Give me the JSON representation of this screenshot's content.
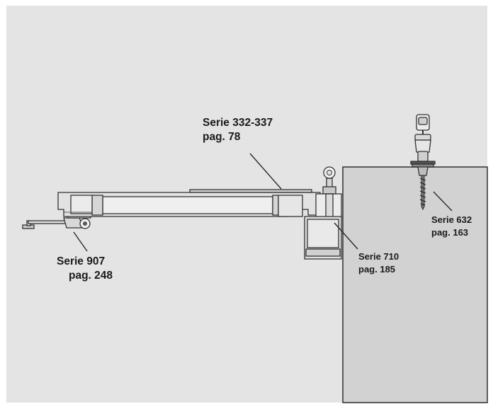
{
  "labels": {
    "serie_332": {
      "line1": "Serie 332-337",
      "line2": "pag. 78"
    },
    "serie_632": {
      "line1": "Serie 632",
      "line2": "pag. 163"
    },
    "serie_710": {
      "line1": "Serie 710",
      "line2": "pag. 185"
    },
    "serie_907": {
      "line1": "Serie 907",
      "line2": "pag. 248"
    }
  },
  "colors": {
    "background": "#e4e4e4",
    "wall": "#d2d2d2",
    "arm": "#ececec",
    "outline": "#333333",
    "text": "#1a1a1a"
  }
}
